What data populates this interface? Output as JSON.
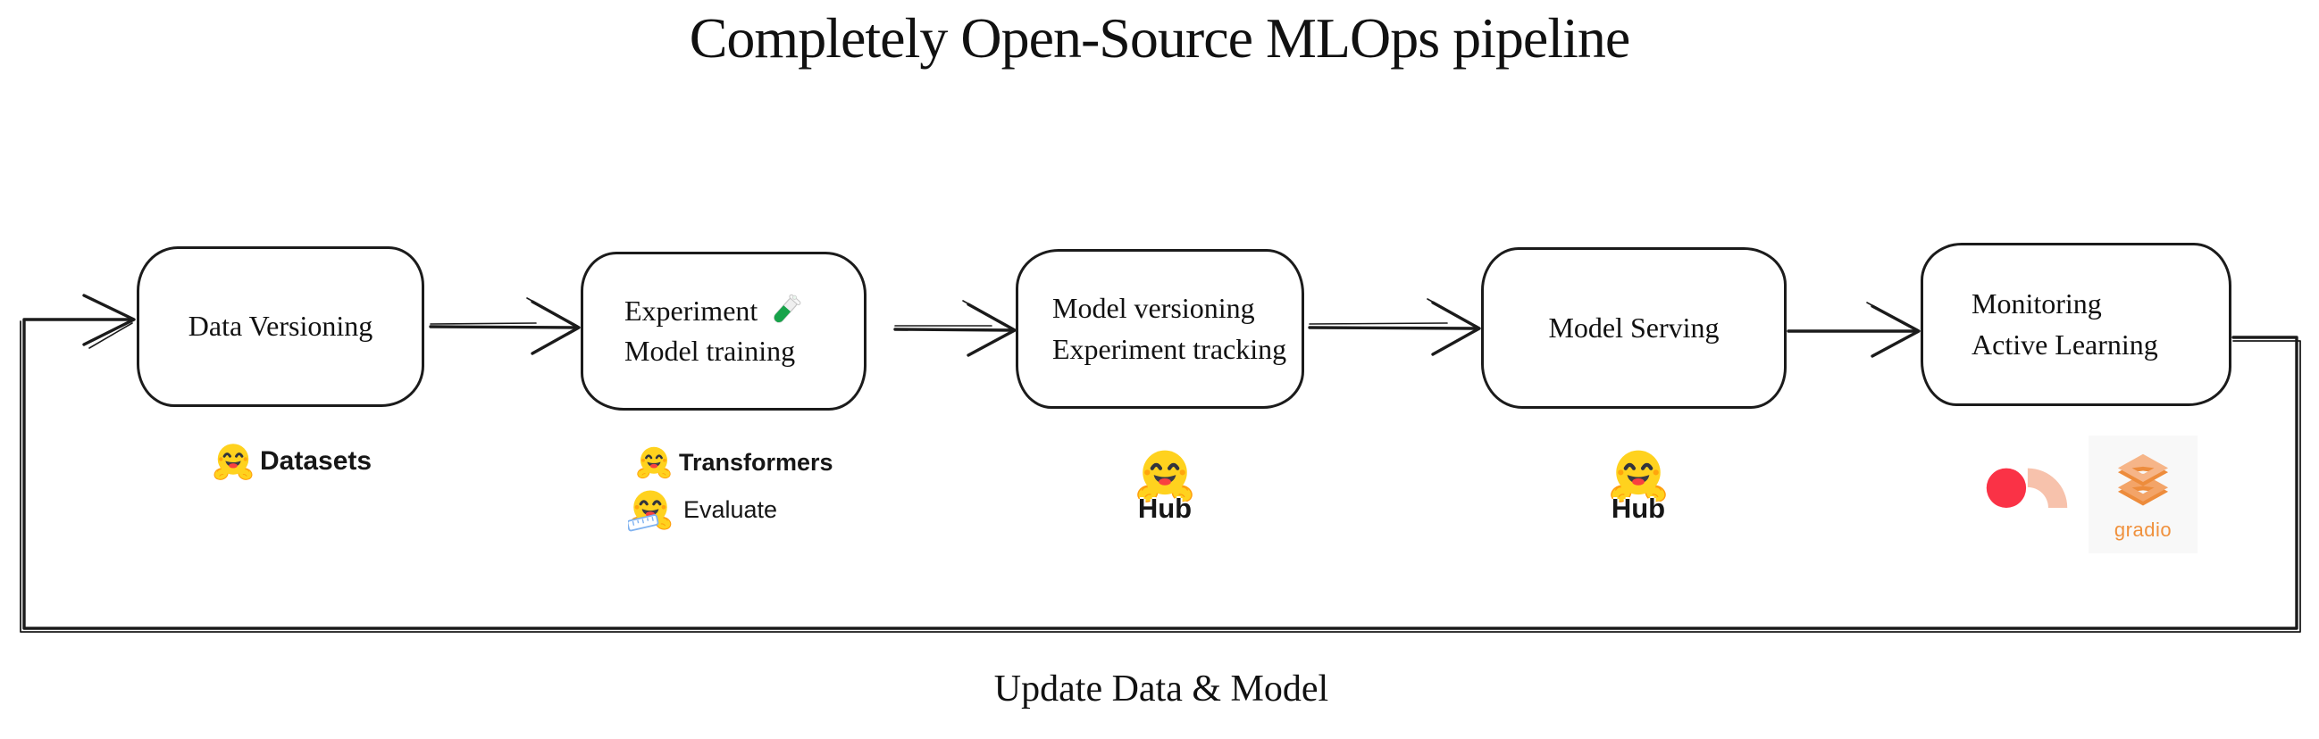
{
  "title": "Completely Open-Source MLOps pipeline",
  "pipeline": {
    "stages": [
      {
        "line1": "Data Versioning"
      },
      {
        "line1": "Experiment",
        "line2": "Model training",
        "icon": "test-tube"
      },
      {
        "line1": "Model versioning",
        "line2": "Experiment tracking"
      },
      {
        "line1": "Model Serving"
      },
      {
        "line1": "Monitoring",
        "line2": "Active Learning"
      }
    ]
  },
  "tools": {
    "datasets": {
      "label": "Datasets",
      "icon": "hugging-face"
    },
    "transformers": {
      "label": "Transformers",
      "icon": "hugging-face"
    },
    "evaluate": {
      "label": "Evaluate",
      "icon": "hugging-face-ruler"
    },
    "hub_versioning": {
      "label": "Hub",
      "icon": "hugging-face"
    },
    "hub_serving": {
      "label": "Hub",
      "icon": "hugging-face"
    },
    "argilla": {
      "icon": "argilla-mark"
    },
    "gradio": {
      "label": "gradio",
      "icon": "gradio-cube"
    }
  },
  "feedback_loop": {
    "label": "Update Data & Model"
  },
  "colors": {
    "ink": "#1b1b1b",
    "hf_yellow": "#FFD21E",
    "hf_hand_outline": "#FF9D0B",
    "argilla_red": "#FA3246",
    "argilla_peach": "#F7C2AC",
    "gradio_orange": "#F0913D",
    "gradio_orange_light": "#F3A468",
    "evaluate_ruler_blue": "#7FB2F0",
    "test_tube_green": "#17A34A"
  }
}
